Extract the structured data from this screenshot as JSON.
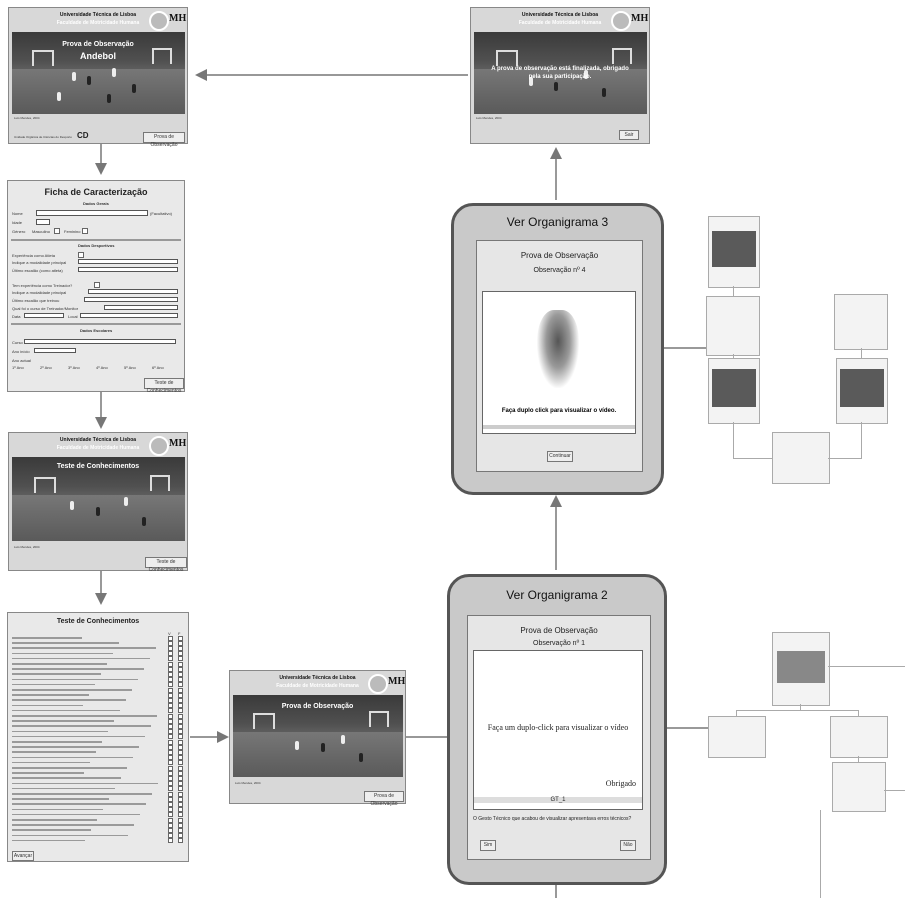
{
  "screens": {
    "intro": {
      "university": "Universidade Técnica de Lisboa",
      "faculty": "Faculdade de Motricidade Humana",
      "title": "Prova de Observação",
      "subtitle": "Andebol",
      "footer_left": "Luís Mendes, 2004",
      "footer_credit": "Unidade Orgânica de Ciências do Desporto",
      "button": "Prova de Observação"
    },
    "end": {
      "university": "Universidade Técnica de Lisboa",
      "faculty": "Faculdade de Motricidade Humana",
      "message": "A prova de observação está finalizada, obrigado pela sua participação.",
      "footer_left": "Luís Mendes, 2004",
      "button": "Sair"
    },
    "ficha": {
      "title": "Ficha de Caracterização",
      "sec_general": "Dados Gerais",
      "name_label": "Nome",
      "name_hint": "(Facultativo)",
      "age_label": "Idade",
      "gender_label": "Género",
      "male": "Masculino",
      "female": "Feminino",
      "sec_sport": "Dados Desportivos",
      "exp_athlete": "Experiência como Atleta",
      "modality": "Indique a modalidade principal",
      "last_level": "Último escalão (como atleta)",
      "exp_coach": "Tem experiência como Treinador?",
      "modality2": "Indique a modalidade principal",
      "last_level2": "Último escalão que treinou",
      "course": "Qual foi o curso de Treinador/Monitor",
      "date": "Data",
      "place": "Local",
      "sec_school": "Dados Escolares",
      "curso": "Curso",
      "year_start": "Ano início",
      "year_now": "Ano actual",
      "years": [
        "1º Ano",
        "2º Ano",
        "3º Ano",
        "4º Ano",
        "5º Ano",
        "6º Ano"
      ],
      "button": "Teste de Conhecimentos"
    },
    "test_intro": {
      "university": "Universidade Técnica de Lisboa",
      "faculty": "Faculdade de Motricidade Humana",
      "title": "Teste de Conhecimentos",
      "footer_left": "Luís Mendes, 2004",
      "button": "Teste de Conhecimentos"
    },
    "test": {
      "title": "Teste de Conhecimentos",
      "col_v": "V",
      "col_f": "F",
      "question_count": 40,
      "button": "Avançar"
    },
    "obs_intro": {
      "university": "Universidade Técnica de Lisboa",
      "faculty": "Faculdade de Motricidade Humana",
      "title": "Prova de Observação",
      "footer_left": "Luís Mendes, 2004",
      "button": "Prova de Observação"
    }
  },
  "organigrama3": {
    "label": "Ver Organigrama 3",
    "title": "Prova de Observação",
    "subtitle": "Observação nº 4",
    "video_caption": "Faça duplo click para visualizar o vídeo.",
    "button": "Continuar"
  },
  "organigrama2": {
    "label": "Ver Organigrama 2",
    "title": "Prova de Observação",
    "subtitle": "Observação nº 1",
    "video_caption": "Faça um duplo-click para visualizar o vídeo",
    "thanks": "Obrigado",
    "clip_id": "GT_1",
    "question": "O Gesto Técnico que acabou de visualizar apresentava erros técnicos?",
    "yes": "Sim",
    "no": "Não"
  },
  "colors": {
    "arrow": "#777777",
    "organ_border": "#555555",
    "organ_fill": "#c9c9c9"
  }
}
